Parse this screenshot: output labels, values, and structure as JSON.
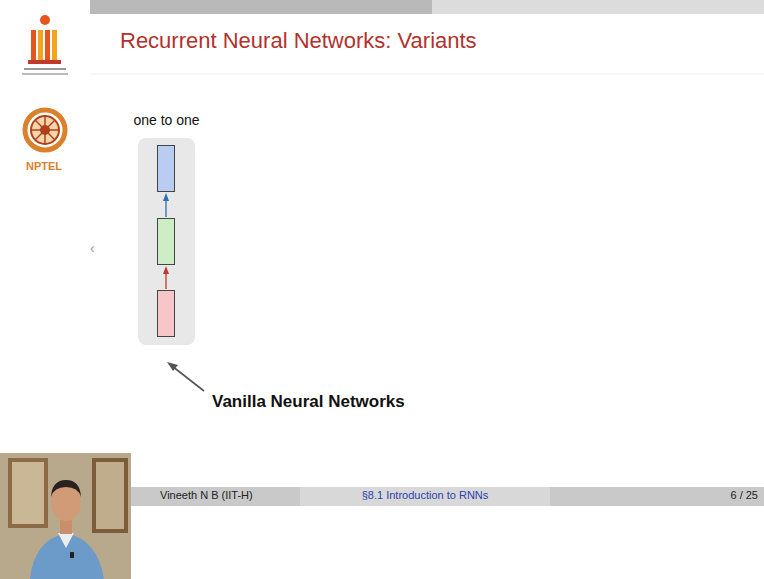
{
  "diagram": {
    "title": "Recurrent Neural Networks: Variants",
    "nodes": [
      {
        "text": [
          "one to one"
        ]
      }
    ],
    "labels": [
      "NPTEL",
      "‹",
      "Vanilla Neural Networks",
      "Vineeth N B (IIT-H)",
      "§8.1 Introduction to RNNs",
      "6 / 25"
    ]
  }
}
